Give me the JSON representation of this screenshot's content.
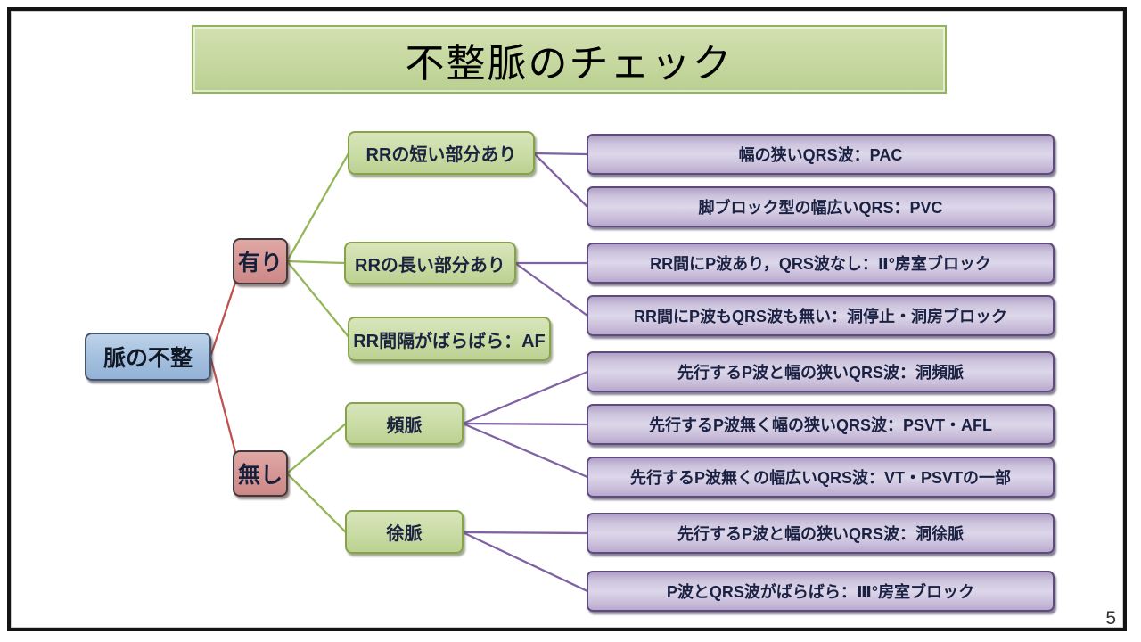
{
  "title": "不整脈のチェック",
  "slide": {
    "page_number": "5"
  },
  "tree": {
    "root": {
      "label": "脈の不整"
    },
    "branches": [
      {
        "label": "有り"
      },
      {
        "label": "無し"
      }
    ],
    "mid": [
      {
        "label": "RRの短い部分あり"
      },
      {
        "label": "RRの長い部分あり"
      },
      {
        "label": "RR間隔がばらばら：AF"
      },
      {
        "label": "頻脈"
      },
      {
        "label": "徐脈"
      }
    ],
    "leaves": [
      {
        "label": "幅の狭いQRS波：PAC"
      },
      {
        "label": "脚ブロック型の幅広いQRS：PVC"
      },
      {
        "label": "RR間にP波あり，QRS波なし：Ⅱ°房室ブロック"
      },
      {
        "label": "RR間にP波もQRS波も無い：洞停止・洞房ブロック"
      },
      {
        "label": "先行するP波と幅の狭いQRS波：洞頻脈"
      },
      {
        "label": "先行するP波無く幅の狭いQRS波：PSVT・AFL"
      },
      {
        "label": "先行するP波無くの幅広いQRS波：VT・PSVTの一部"
      },
      {
        "label": "先行するP波と幅の狭いQRS波：洞徐脈"
      },
      {
        "label": "P波とQRS波がばらばら：Ⅲ°房室ブロック"
      }
    ]
  },
  "colors": {
    "title_fill": "#c6d8a0",
    "root_fill": "#a7c2e0",
    "branch_fill": "#d69795",
    "mid_fill": "#c9dca4",
    "leaf_fill": "#cdc4dd",
    "line_red": "#bf514e",
    "line_green": "#94b659",
    "line_purple": "#7e62a1"
  }
}
